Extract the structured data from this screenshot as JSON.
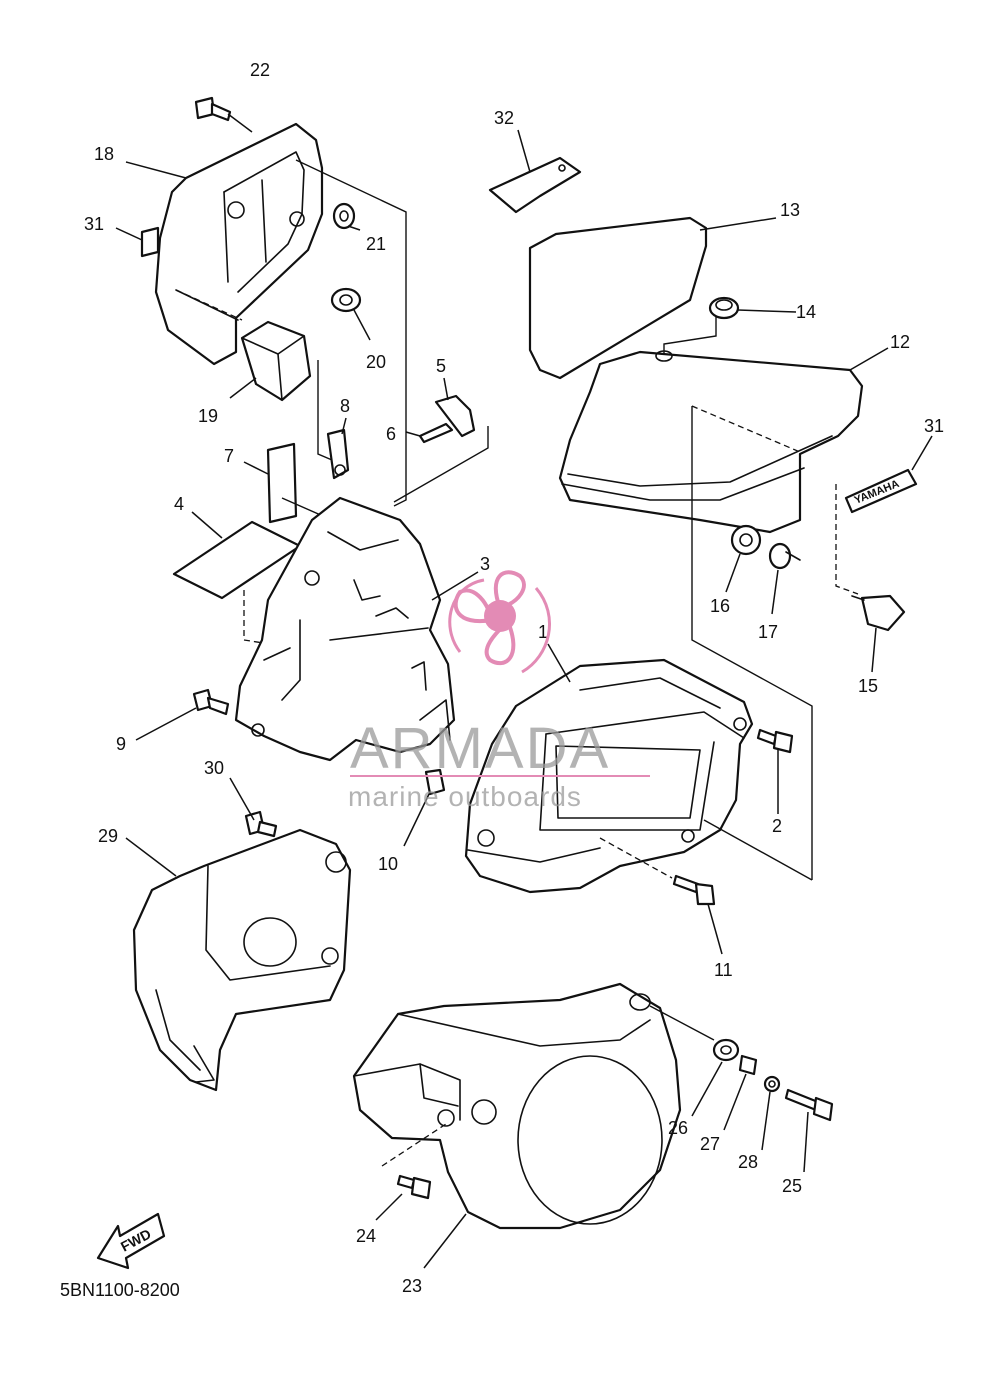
{
  "diagram": {
    "code": "5BN1100-8200",
    "fwd_label": "FWD",
    "badge_text": "YAMAHA",
    "callouts": [
      {
        "id": "c22",
        "text": "22"
      },
      {
        "id": "c18",
        "text": "18"
      },
      {
        "id": "c31a",
        "text": "31"
      },
      {
        "id": "c21",
        "text": "21"
      },
      {
        "id": "c20",
        "text": "20"
      },
      {
        "id": "c19",
        "text": "19"
      },
      {
        "id": "c32",
        "text": "32"
      },
      {
        "id": "c13",
        "text": "13"
      },
      {
        "id": "c14",
        "text": "14"
      },
      {
        "id": "c12",
        "text": "12"
      },
      {
        "id": "c31b",
        "text": "31"
      },
      {
        "id": "c5",
        "text": "5"
      },
      {
        "id": "c8",
        "text": "8"
      },
      {
        "id": "c6",
        "text": "6"
      },
      {
        "id": "c7",
        "text": "7"
      },
      {
        "id": "c4",
        "text": "4"
      },
      {
        "id": "c3",
        "text": "3"
      },
      {
        "id": "c1",
        "text": "1"
      },
      {
        "id": "c16",
        "text": "16"
      },
      {
        "id": "c17",
        "text": "17"
      },
      {
        "id": "c15",
        "text": "15"
      },
      {
        "id": "c9",
        "text": "9"
      },
      {
        "id": "c2",
        "text": "2"
      },
      {
        "id": "c30",
        "text": "30"
      },
      {
        "id": "c10",
        "text": "10"
      },
      {
        "id": "c29",
        "text": "29"
      },
      {
        "id": "c11",
        "text": "11"
      },
      {
        "id": "c26",
        "text": "26"
      },
      {
        "id": "c27",
        "text": "27"
      },
      {
        "id": "c28",
        "text": "28"
      },
      {
        "id": "c25",
        "text": "25"
      },
      {
        "id": "c24",
        "text": "24"
      },
      {
        "id": "c23",
        "text": "23"
      }
    ]
  },
  "watermark": {
    "brand": "ARMADA",
    "tagline": "marine outboards",
    "color": "#e38bb5"
  }
}
